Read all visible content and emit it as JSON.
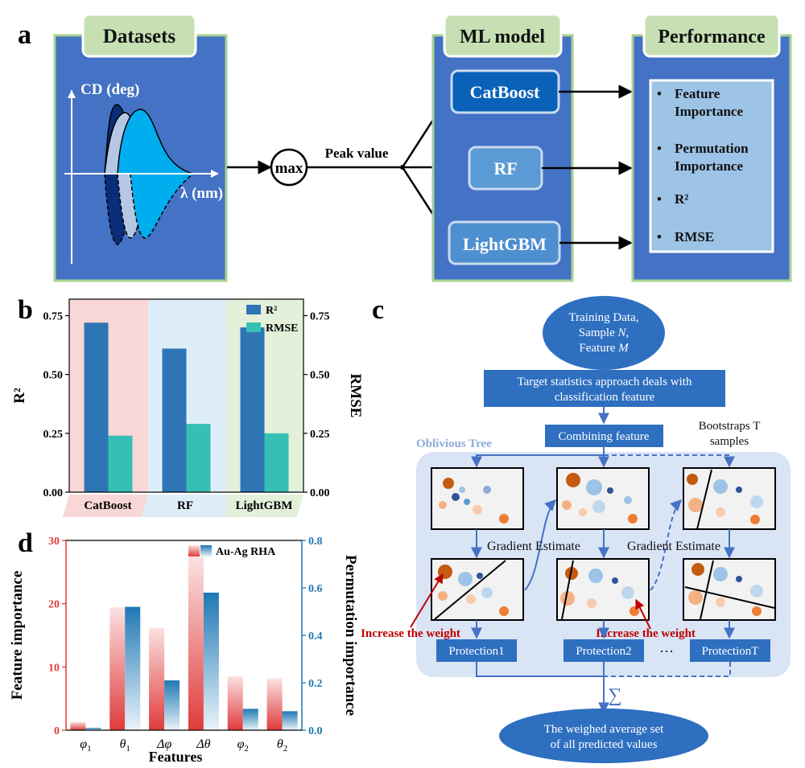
{
  "panel_labels": {
    "a": "a",
    "b": "b",
    "c": "c",
    "d": "d"
  },
  "panel_a": {
    "datasets_title": "Datasets",
    "cd_axis_label": "CD (deg)",
    "lambda_axis_label": "λ (nm)",
    "max_label": "max",
    "peak_label": "Peak value",
    "ml_title": "ML model",
    "models": [
      "CatBoost",
      "RF",
      "LightGBM"
    ],
    "performance_title": "Performance",
    "performance_items": [
      {
        "line1": "Feature",
        "line2": "Importance"
      },
      {
        "line1": "Permutation",
        "line2": "Importance"
      },
      {
        "line1": "R²",
        "line2": ""
      },
      {
        "line1": "RMSE",
        "line2": ""
      }
    ],
    "colors": {
      "panel_blue": "#4472C4",
      "header_green": "#C6E0B4",
      "border_green": "#A9D18E",
      "light_panel": "#9DC3E6"
    }
  },
  "panel_c": {
    "training": [
      "Training Data,",
      "Sample N,",
      "Feature M"
    ],
    "target_stats": [
      "Target statistics approach deals with",
      "classification feature"
    ],
    "combining": "Combining feature",
    "bootstrap": [
      "Bootstraps T",
      "samples"
    ],
    "oblivious": "Oblivious Tree",
    "gradient_estimate": "Gradient Estimate",
    "increase_weight": "Increase the weight",
    "protections": [
      "Protection1",
      "Protection2",
      "ProtectionT"
    ],
    "dots": "···",
    "sigma": "∑",
    "output": [
      "The weighed average set",
      "of all predicted values"
    ]
  },
  "chart_data": [
    {
      "type": "bar",
      "panel": "b",
      "categories": [
        "CatBoost",
        "RF",
        "LightGBM"
      ],
      "series": [
        {
          "name": "R²",
          "values": [
            0.72,
            0.61,
            0.7
          ],
          "color": "#2E75B6"
        },
        {
          "name": "RMSE",
          "values": [
            0.24,
            0.29,
            0.25
          ],
          "color": "#36BFB4"
        }
      ],
      "ylabel": "R²",
      "y2label": "RMSE",
      "ylim": [
        0,
        0.82
      ],
      "yticks": [
        "0.00",
        "0.25",
        "0.50",
        "0.75"
      ],
      "background_colors": [
        "#F8D7D6",
        "#DEEEF8",
        "#E3F0DA"
      ],
      "legend": "top-right"
    },
    {
      "type": "bar",
      "panel": "d",
      "categories": [
        "φ1",
        "θ1",
        "Δφ",
        "Δθ",
        "φ2",
        "θ2"
      ],
      "series": [
        {
          "name": "Au-Ag RHA",
          "axis": "left",
          "values": [
            1.3,
            19.4,
            16.2,
            27.4,
            8.5,
            8.2
          ],
          "color": "#E03B3B"
        },
        {
          "name": "Permutation importance",
          "axis": "right",
          "values": [
            0.01,
            0.52,
            0.21,
            0.58,
            0.09,
            0.08
          ],
          "color": "#1F78B4"
        }
      ],
      "legend_entry": "Au-Ag RHA",
      "xlabel": "Features",
      "ylabel": "Feature importance",
      "y2label": "Permutation importance",
      "ylim": [
        0,
        30
      ],
      "y2lim": [
        0,
        0.8
      ],
      "yticks": [
        "0",
        "10",
        "20",
        "30"
      ],
      "y2ticks": [
        "0.0",
        "0.2",
        "0.4",
        "0.6",
        "0.8"
      ],
      "legend": "top-right"
    }
  ]
}
